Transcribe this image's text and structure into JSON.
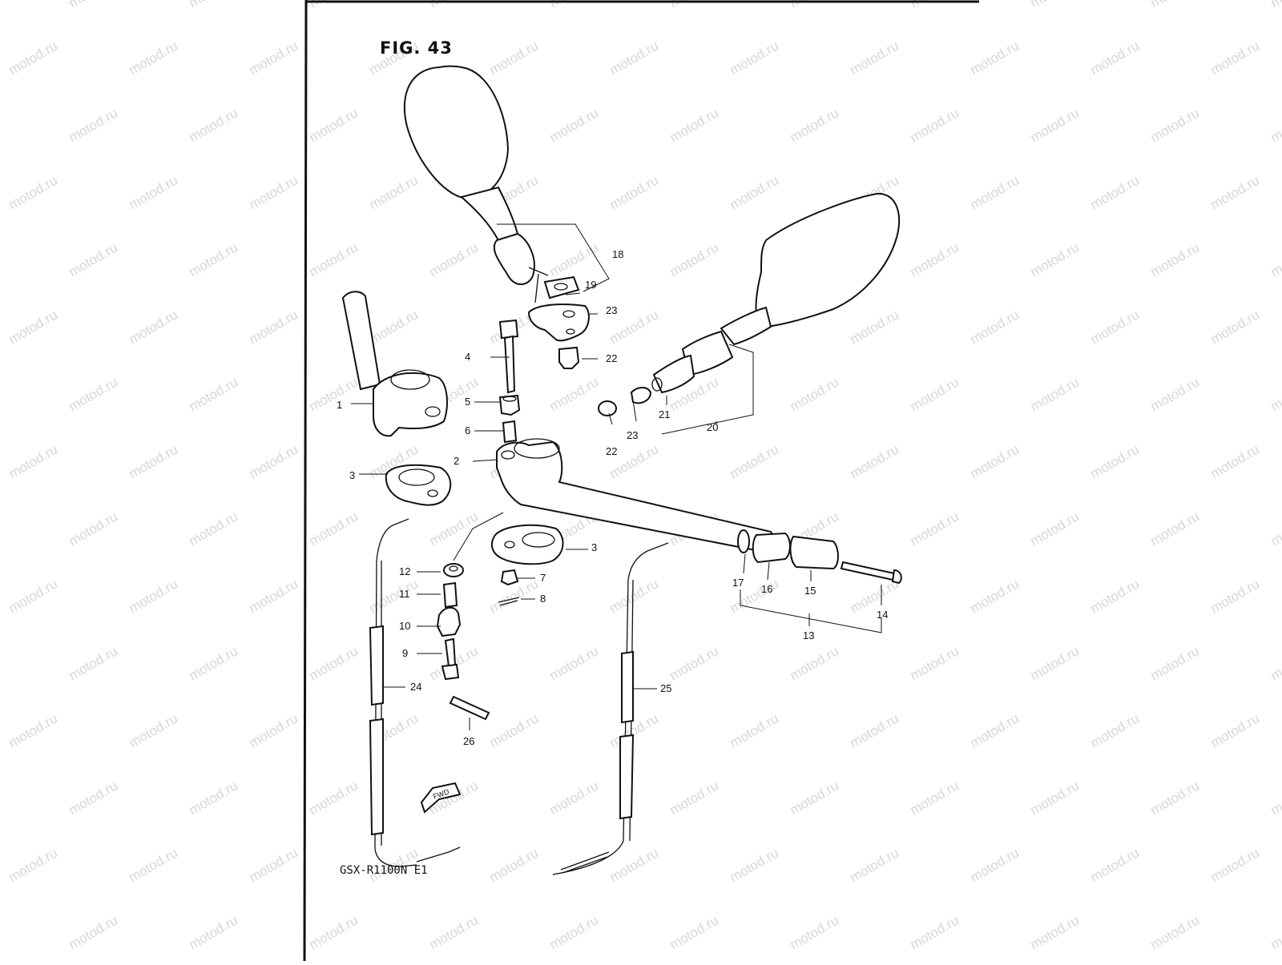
{
  "figure": {
    "title": "FIG. 43",
    "model_code": "GSX-R1100N E1",
    "watermark": "motod.ru",
    "forward_marker": "FWD"
  },
  "callouts": [
    {
      "key": "c1",
      "number": "1"
    },
    {
      "key": "c2",
      "number": "2"
    },
    {
      "key": "c3a",
      "number": "3"
    },
    {
      "key": "c3b",
      "number": "3"
    },
    {
      "key": "c4",
      "number": "4"
    },
    {
      "key": "c5",
      "number": "5"
    },
    {
      "key": "c6",
      "number": "6"
    },
    {
      "key": "c7",
      "number": "7"
    },
    {
      "key": "c8",
      "number": "8"
    },
    {
      "key": "c9",
      "number": "9"
    },
    {
      "key": "c10",
      "number": "10"
    },
    {
      "key": "c11",
      "number": "11"
    },
    {
      "key": "c12",
      "number": "12"
    },
    {
      "key": "c13",
      "number": "13"
    },
    {
      "key": "c14",
      "number": "14"
    },
    {
      "key": "c15",
      "number": "15"
    },
    {
      "key": "c16",
      "number": "16"
    },
    {
      "key": "c17",
      "number": "17"
    },
    {
      "key": "c18",
      "number": "18"
    },
    {
      "key": "c19",
      "number": "19"
    },
    {
      "key": "c20",
      "number": "20"
    },
    {
      "key": "c21",
      "number": "21"
    },
    {
      "key": "c22a",
      "number": "22"
    },
    {
      "key": "c22b",
      "number": "22"
    },
    {
      "key": "c23a",
      "number": "23"
    },
    {
      "key": "c23b",
      "number": "23"
    },
    {
      "key": "c24",
      "number": "24"
    },
    {
      "key": "c25",
      "number": "25"
    },
    {
      "key": "c26",
      "number": "26"
    }
  ]
}
